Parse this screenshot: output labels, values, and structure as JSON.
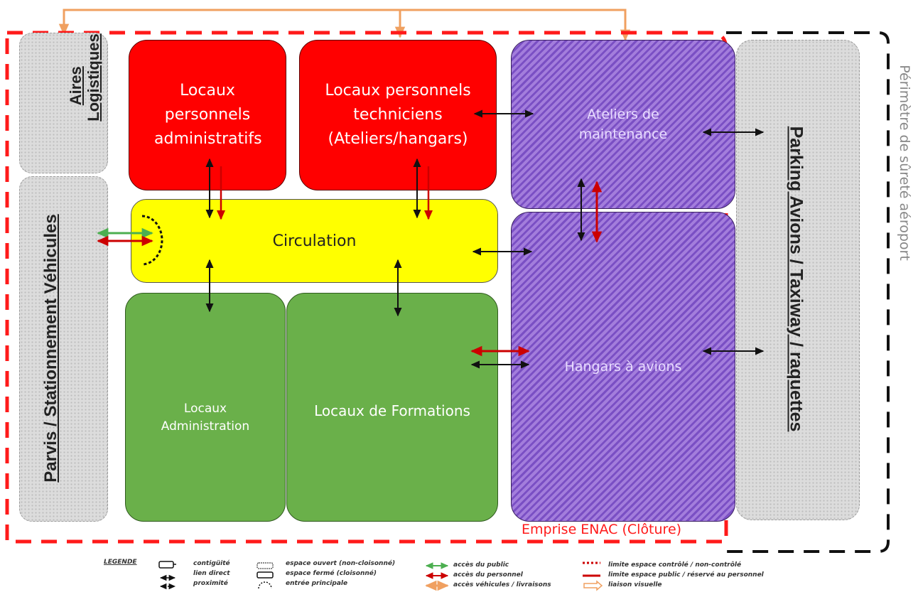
{
  "zones": {
    "aires_logistiques": "Aires Logistiques",
    "parvis": "Parvis / Stationnement Véhicules",
    "locaux_admin_perso": "Locaux personnels administratifs",
    "locaux_tech_perso": "Locaux personnels techniciens (Ateliers/hangars)",
    "ateliers": "Ateliers de maintenance",
    "circulation": "Circulation",
    "hangars": "Hangars à avions",
    "locaux_administration": "Locaux Administration",
    "locaux_formations": "Locaux de Formations",
    "parking": "Parking Avions / Taxiway / raquettes"
  },
  "labels": {
    "perimetre": "Périmètre de sûreté aéroport",
    "emprise": "Emprise ENAC (Clôture)"
  },
  "legend": {
    "title": "LEGENDE",
    "contiguite": "contigüité",
    "lien_direct": "lien direct",
    "proximite": "proximité",
    "espace_ouvert": "espace ouvert (non-cloisonné)",
    "espace_ferme": "espace fermé (cloisonné)",
    "entree": "entrée principale",
    "acces_public": "accès du public",
    "acces_personnel": "accès du personnel",
    "acces_vehicules": "accès véhicules / livraisons",
    "limite_controle": "limite espace contrôlé / non-contrôlé",
    "limite_public": "limite espace public / réservé au personnel",
    "liaison_visuelle": "liaison visuelle"
  },
  "colors": {
    "personnel": "#ff0000",
    "circulation": "#ffff00",
    "formation": "#6ab04a",
    "maintenance": "#8a5fd0",
    "public_access": "#4caf50",
    "personnel_access": "#cc0000",
    "vehicle_access": "#f0a060"
  }
}
